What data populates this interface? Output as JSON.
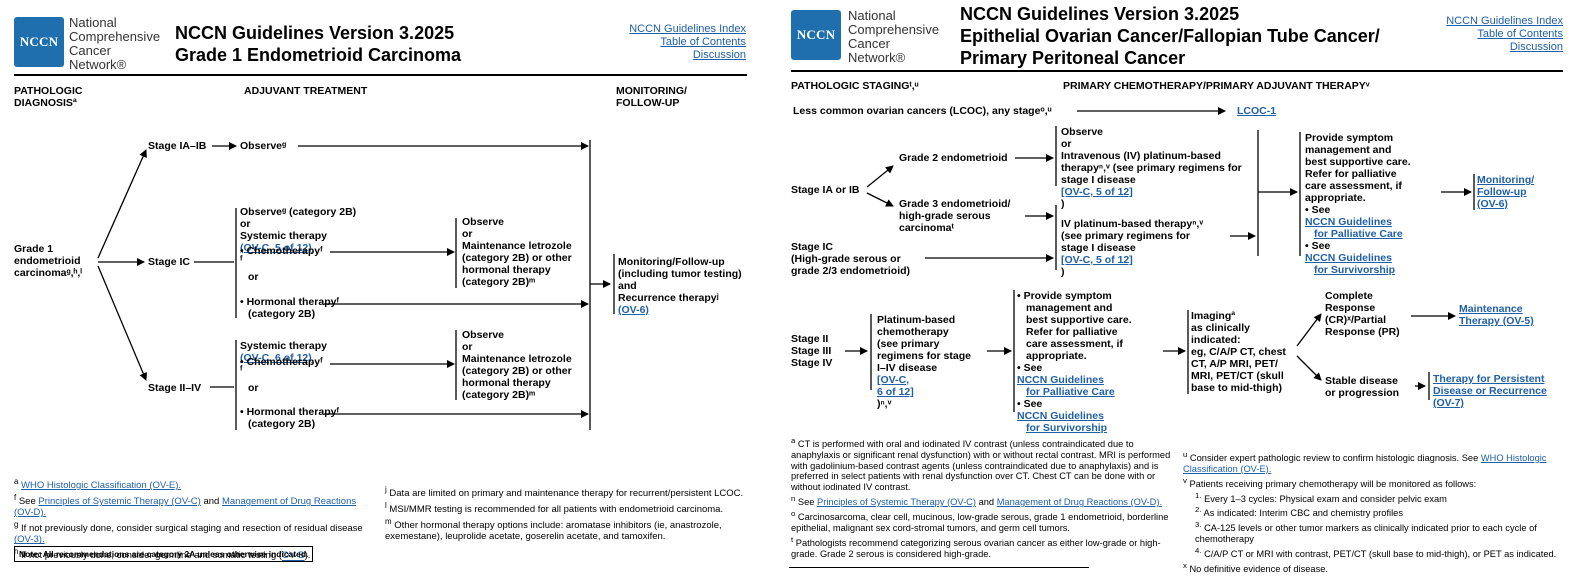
{
  "left": {
    "logo": "NCCN",
    "org_lines": [
      "National",
      "Comprehensive",
      "Cancer",
      "Network®"
    ],
    "title_lines": [
      "NCCN Guidelines Version 3.2025",
      "Grade 1 Endometrioid Carcinoma"
    ],
    "links": [
      "NCCN Guidelines Index",
      "Table of Contents",
      "Discussion"
    ],
    "col_pathologic": [
      "PATHOLOGIC",
      "DIAGNOSISª"
    ],
    "col_adjuvant": "ADJUVANT TREATMENT",
    "col_monitoring": [
      "MONITORING/",
      "FOLLOW-UP"
    ],
    "diagnosis": [
      "Grade 1",
      "endometrioid",
      "carcinomaᵍ,ʰ,ˡ"
    ],
    "stage_ia": "Stage IA–IB",
    "stage_ic": "Stage IC",
    "stage_ii": "Stage II–IV",
    "observe_g": "Observeᵍ",
    "ic_block": {
      "l1": "Observeᵍ (category 2B)",
      "l2": "or",
      "l3": "Systemic therapy ",
      "l3_link": "(OV-C, 5 of 12)",
      "l3_sup": "ᶠ",
      "chemo": "• Chemotherapyᶠ",
      "or": "or",
      "hormonal1": "• Hormonal therapyᶠ",
      "hormonal2": "(category 2B)"
    },
    "ii_block": {
      "l1": "Systemic therapy ",
      "l1_link": "(OV-C, 6 of 12)",
      "l1_sup": "ᶠ",
      "chemo": "• Chemotherapyᶠ",
      "or": "or",
      "hormonal1": "• Hormonal therapyᶠ",
      "hormonal2": "(category 2B)"
    },
    "maint_lines": [
      "Observe",
      "or",
      "Maintenance letrozole",
      "(category 2B) or other",
      "hormonal therapy",
      "(category 2B)ᵐ"
    ],
    "monitor_lines": [
      "Monitoring/Follow-up",
      "(including tumor testing)",
      "and",
      "Recurrence therapyʲ"
    ],
    "monitor_link": "(OV-6)",
    "fn_a": "WHO Histologic Classification (OV-E).",
    "fn_f_pre": "See ",
    "fn_f_link1": "Principles of Systemic Therapy (OV-C)",
    "fn_f_mid": " and ",
    "fn_f_link2": "Management of Drug Reactions (OV-D).",
    "fn_g": "If not previously done, consider surgical staging and resection of residual disease",
    "fn_g_link": "(OV-3).",
    "fn_h": "If not previously done, consider germline and somatic testing (",
    "fn_h_link": "OV-B",
    "fn_h_end": ").",
    "fn_j": "Data are limited on primary and maintenance therapy for recurrent/persistent LCOC.",
    "fn_l": "MSI/MMR testing is recommended for all patients with endometrioid carcinoma.",
    "fn_m": "Other hormonal therapy options include: aromatase inhibitors (ie, anastrozole, exemestane), leuprolide acetate, goserelin acetate, and tamoxifen.",
    "note": "Note: All recommendations are category 2A unless otherwise indicated."
  },
  "right": {
    "logo": "NCCN",
    "org_lines": [
      "National",
      "Comprehensive",
      "Cancer",
      "Network®"
    ],
    "title_lines": [
      "NCCN Guidelines Version 3.2025",
      "Epithelial Ovarian Cancer/Fallopian Tube Cancer/",
      "Primary Peritoneal Cancer"
    ],
    "links": [
      "NCCN Guidelines Index",
      "Table of Contents",
      "Discussion"
    ],
    "col_staging": "PATHOLOGIC STAGINGᵗ,ᵘ",
    "col_primary": "PRIMARY CHEMOTHERAPY/PRIMARY ADJUVANT THERAPYᵛ",
    "lcoc": "Less common ovarian cancers (LCOC), any stageᵒ,ᵘ",
    "lcoc_link": "LCOC-1",
    "stage_i": "Stage IA or IB",
    "grade2": "Grade 2 endometrioid",
    "grade3": [
      "Grade 3 endometrioid/",
      "high-grade serous",
      "carcinomaᵗ"
    ],
    "observe_iv": [
      "Observe",
      "or",
      "Intravenous (IV) platinum-based",
      "therapyⁿ,ᵛ (see primary regimens for",
      "stage I disease "
    ],
    "observe_iv_link": "[OV-C, 5 of 12]",
    "observe_iv_end": ")",
    "stage_ic": [
      "Stage IC",
      "(High-grade serous or",
      "grade 2/3 endometrioid)"
    ],
    "iv_plat": [
      "IV platinum-based therapyⁿ,ᵛ",
      "(see primary regimens for",
      "stage I disease "
    ],
    "iv_plat_link": "[OV-C, 5 of 12]",
    "iv_plat_end": ")",
    "symptom_lines": [
      "Provide symptom",
      "management and",
      "best supportive care.",
      "Refer for palliative",
      "care assessment, if",
      "appropriate."
    ],
    "see_pal_pre": "• See ",
    "see_pal_link": [
      "NCCN Guidelines",
      "for Palliative Care"
    ],
    "see_surv_pre": "• See ",
    "see_surv_link": [
      "NCCN Guidelines",
      "for Survivorship"
    ],
    "monitor_link": [
      "Monitoring/",
      "Follow-up",
      "(OV-6)"
    ],
    "stage_ii_lines": [
      "Stage II",
      "Stage III",
      "Stage IV"
    ],
    "platinum_lines": [
      "Platinum-based",
      "chemotherapy",
      "(see primary",
      "regimens for stage",
      "I–IV disease "
    ],
    "platinum_link": [
      "[OV-C,",
      "6 of 12]"
    ],
    "platinum_end": ")ⁿ,ᵛ",
    "symptom2_first": "• Provide symptom",
    "symptom2_lines": [
      "management and",
      "best supportive care.",
      "Refer for palliative",
      "care assessment, if",
      "appropriate."
    ],
    "imaging_lines": [
      "Imagingª",
      "as clinically",
      "indicated:",
      "eg, C/A/P CT, chest",
      "CT, A/P MRI, PET/",
      "MRI, PET/CT (skull",
      "base to mid-thigh)"
    ],
    "complete_lines": [
      "Complete",
      "Response",
      "(CR)ˣ/Partial",
      "Response (PR)"
    ],
    "maint_link": [
      "Maintenance",
      "Therapy (OV-5)"
    ],
    "stable_lines": [
      "Stable disease",
      "or progression"
    ],
    "persist_link": [
      "Therapy for Persistent",
      "Disease or Recurrence",
      "(OV-7)"
    ],
    "fn_a": "CT is performed with oral and iodinated IV contrast (unless contraindicated due to anaphylaxis or significant renal dysfunction) with or without rectal contrast. MRI is performed with gadolinium-based contrast agents (unless contraindicated due to anaphylaxis) and is preferred in select patients with renal dysfunction over CT. Chest CT can be done with or without iodinated IV contrast.",
    "fn_n_pre": "See ",
    "fn_n_link1": "Principles of Systemic Therapy (OV-C)",
    "fn_n_mid": " and ",
    "fn_n_link2": "Management of Drug Reactions (OV-D).",
    "fn_o": "Carcinosarcoma, clear cell, mucinous, low-grade serous, grade 1 endometrioid, borderline epithelial, malignant sex cord-stromal tumors, and germ cell tumors.",
    "fn_t": "Pathologists recommend categorizing serous ovarian cancer as either low-grade or high-grade. Grade 2 serous is considered high-grade.",
    "fn_u_pre": "Consider expert pathologic review to confirm histologic diagnosis. See ",
    "fn_u_link": "WHO Histologic Classification (OV-E).",
    "fn_v": "Patients receiving primary chemotherapy will be monitored as follows:",
    "fn_v1": "Every 1–3 cycles: Physical exam and consider pelvic exam",
    "fn_v2": "As indicated: Interim CBC and chemistry profiles",
    "fn_v3": "CA-125 levels or other tumor markers as clinically indicated prior to each cycle of chemotherapy",
    "fn_v4": "C/A/P CT or MRI with contrast, PET/CT (skull base to mid-thigh), or PET as indicated.",
    "fn_x": "No definitive evidence of disease."
  }
}
